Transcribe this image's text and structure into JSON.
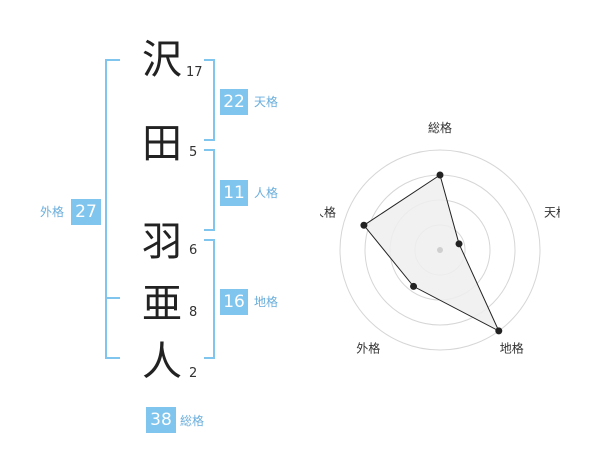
{
  "name": {
    "chars": [
      {
        "char": "沢",
        "strokes": "17"
      },
      {
        "char": "田",
        "strokes": "5"
      },
      {
        "char": "羽",
        "strokes": "6"
      },
      {
        "char": "亜",
        "strokes": "8"
      },
      {
        "char": "人",
        "strokes": "2"
      }
    ]
  },
  "kakusu": {
    "tenkaku": {
      "value": "22",
      "label": "天格"
    },
    "jinkaku": {
      "value": "11",
      "label": "人格"
    },
    "chikaku": {
      "value": "16",
      "label": "地格"
    },
    "gaikaku": {
      "value": "27",
      "label": "外格"
    },
    "soukaku": {
      "value": "38",
      "label": "総格"
    }
  },
  "colors": {
    "accent": "#7fc5ee",
    "bracket": "#7fc5ee",
    "grid": "#d6d6d6",
    "fill": "#efefef",
    "line": "#222222"
  },
  "chart_data": {
    "type": "radar",
    "axes": [
      "総格",
      "天格",
      "地格",
      "外格",
      "人格"
    ],
    "values": [
      0.75,
      0.2,
      1.0,
      0.45,
      0.8
    ],
    "rings": 4
  }
}
